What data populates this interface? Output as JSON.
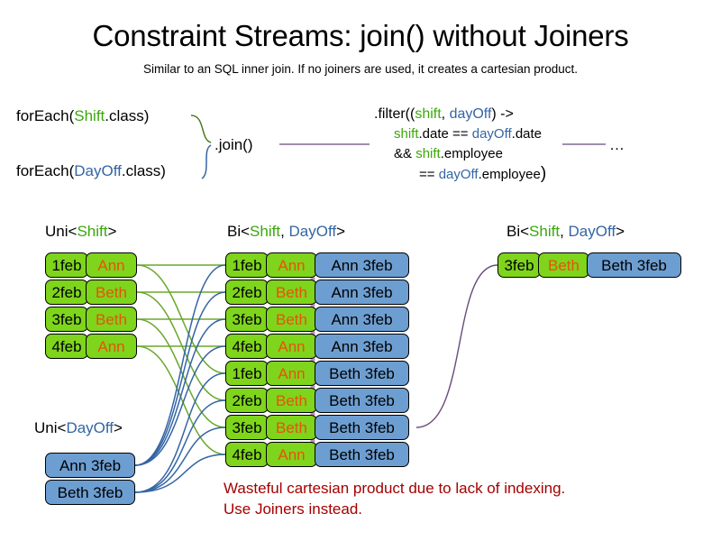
{
  "slide": {
    "title": "Constraint Streams: join() without Joiners",
    "subtitle": "Similar to an SQL inner join. If no joiners are used, it creates a cartesian product.",
    "warning_line1": "Wasteful cartesian product due to lack of indexing.",
    "warning_line2": "Use Joiners instead.",
    "ellipsis": "…"
  },
  "colors": {
    "shift_green": "#3aa80c",
    "dayoff_blue": "#3465a4",
    "card_green": "#7fd41c",
    "card_blue": "#6d9ed1",
    "name_orange": "#e8520c",
    "warning_red": "#a40000",
    "link_green": "#6aa82d",
    "link_blue": "#3465a4",
    "link_purple": "#6a4a7a"
  },
  "code": {
    "foreach_shift": {
      "prefix": "forEach(",
      "type": "Shift",
      "suffix": ".class)"
    },
    "foreach_dayoff": {
      "prefix": "forEach(",
      "type": "DayOff",
      "suffix": ".class)"
    },
    "join_label": ".join()",
    "filter": {
      "line1_a": ".filter((",
      "line1_shift": "shift",
      "line1_comma": ", ",
      "line1_dayoff": "dayOff",
      "line1_b": ") ->",
      "line2_shift": "shift",
      "line2_a": ".date == ",
      "line2_dayoff": "dayOff",
      "line2_b": ".date",
      "line3_a": "&& ",
      "line3_shift": "shift",
      "line3_b": ".employee",
      "line4_a": "== ",
      "line4_dayoff": "dayOff",
      "line4_b": ".employee",
      "line4_close": ")"
    }
  },
  "captions": {
    "uni_shift": {
      "prefix": "Uni<",
      "type": "Shift",
      "suffix": ">"
    },
    "bi_middle": {
      "prefix": "Bi<",
      "type_a": "Shift",
      "comma": ", ",
      "type_b": "DayOff",
      "suffix": ">"
    },
    "bi_right": {
      "prefix": "Bi<",
      "type_a": "Shift",
      "comma": ", ",
      "type_b": "DayOff",
      "suffix": ">"
    },
    "uni_dayoff": {
      "prefix": "Uni<",
      "type": "DayOff",
      "suffix": ">"
    }
  },
  "streams": {
    "uni_shift": [
      {
        "date": "1feb",
        "name": "Ann"
      },
      {
        "date": "2feb",
        "name": "Beth"
      },
      {
        "date": "3feb",
        "name": "Beth"
      },
      {
        "date": "4feb",
        "name": "Ann"
      }
    ],
    "uni_dayoff": [
      {
        "label": "Ann 3feb"
      },
      {
        "label": "Beth 3feb"
      }
    ],
    "bi_middle": [
      {
        "date": "1feb",
        "name": "Ann",
        "dayoff": "Ann 3feb"
      },
      {
        "date": "2feb",
        "name": "Beth",
        "dayoff": "Ann 3feb"
      },
      {
        "date": "3feb",
        "name": "Beth",
        "dayoff": "Ann 3feb"
      },
      {
        "date": "4feb",
        "name": "Ann",
        "dayoff": "Ann 3feb"
      },
      {
        "date": "1feb",
        "name": "Ann",
        "dayoff": "Beth 3feb"
      },
      {
        "date": "2feb",
        "name": "Beth",
        "dayoff": "Beth 3feb"
      },
      {
        "date": "3feb",
        "name": "Beth",
        "dayoff": "Beth 3feb"
      },
      {
        "date": "4feb",
        "name": "Ann",
        "dayoff": "Beth 3feb"
      }
    ],
    "bi_right": [
      {
        "date": "3feb",
        "name": "Beth",
        "dayoff": "Beth 3feb"
      }
    ]
  }
}
